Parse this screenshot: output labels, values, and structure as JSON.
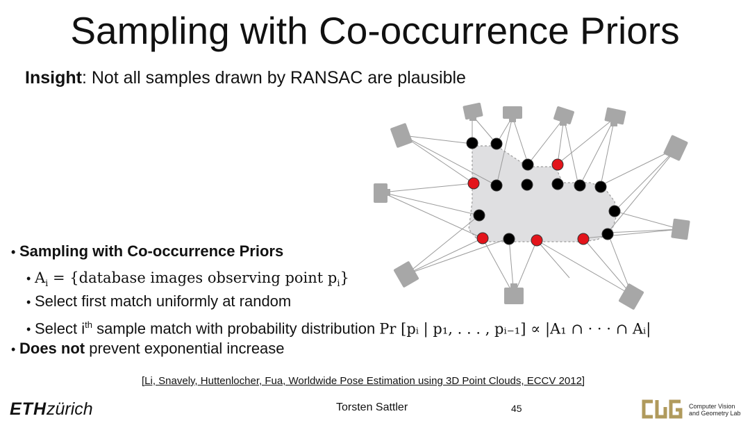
{
  "title": "Sampling with Co-occurrence Priors",
  "insight": {
    "label": "Insight",
    "text": ": Not all samples drawn by RANSAC are plausible"
  },
  "bullets": {
    "main": "Sampling with Co-occurrence Priors",
    "sub1_prefix": "A",
    "sub1_sub": "i",
    "sub1_text": " = {database images observing point p",
    "sub1_sub2": "i",
    "sub1_end": "}",
    "sub2": "Select first match uniformly at random",
    "sub3_prefix": "Select i",
    "sub3_sup": "th",
    "sub3_text": " sample match with probability distribution ",
    "sub3_formula": "Pr [pᵢ | p₁, . . . , pᵢ₋₁] ∝ |A₁ ∩ · · · ∩ Aᵢ|",
    "last_bold": "Does not",
    "last_text": " prevent exponential increase"
  },
  "reference": "[Li, Snavely, Huttenlocher, Fua, Worldwide Pose Estimation using 3D Point Clouds, ECCV 2012]",
  "footer": {
    "logo_eth": "ETH",
    "logo_zurich": "zürich",
    "presenter": "Torsten Sattler",
    "page": "45",
    "lab_line1": "Computer Vision",
    "lab_line2": "and Geometry Lab"
  },
  "colors": {
    "inlier_point": "#000000",
    "sampled_point": "#e3141b",
    "camera": "#a7a7a7",
    "region": "#dfdfe1"
  }
}
